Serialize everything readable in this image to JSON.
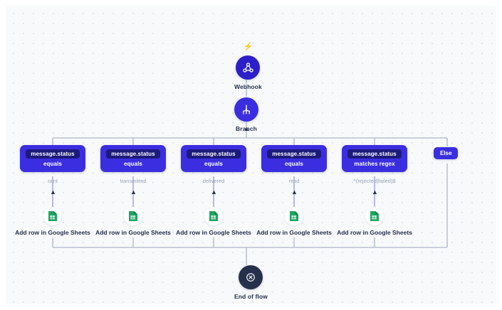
{
  "canvas": {
    "background_color": "#f7f9fb",
    "dot_color": "#dfe4ec",
    "frame_color": "#ffffff"
  },
  "palette": {
    "primary_blue": "#3b2ee0",
    "deep_blue": "#1c1a7a",
    "webhook_blue": "#2c1fc9",
    "dark_navy": "#26304b",
    "edge_gray": "#aeb6c6",
    "edge_violet": "#9a95e8",
    "muted_text": "#9aa3b4",
    "sheets_green": "#1da462",
    "bolt_yellow": "#f5a623"
  },
  "trigger": {
    "label": "Webhook",
    "icon": "webhook-icon",
    "badge_icon": "lightning-bolt-icon"
  },
  "branch": {
    "label": "Branch",
    "icon": "branch-icon"
  },
  "conditions": [
    {
      "field": "message.status",
      "operator": "equals",
      "value": "sent"
    },
    {
      "field": "message.status",
      "operator": "equals",
      "value": "transmitted"
    },
    {
      "field": "message.status",
      "operator": "equals",
      "value": "delivered"
    },
    {
      "field": "message.status",
      "operator": "equals",
      "value": "read"
    },
    {
      "field": "message.status",
      "operator": "matches regex",
      "value": "^(rejected|failed)$"
    }
  ],
  "else_branch": {
    "label": "Else"
  },
  "actions": [
    {
      "label": "Add row in Google Sheets",
      "icon": "google-sheets-icon"
    },
    {
      "label": "Add row in Google Sheets",
      "icon": "google-sheets-icon"
    },
    {
      "label": "Add row in Google Sheets",
      "icon": "google-sheets-icon"
    },
    {
      "label": "Add row in Google Sheets",
      "icon": "google-sheets-icon"
    },
    {
      "label": "Add row in Google Sheets",
      "icon": "google-sheets-icon"
    }
  ],
  "end": {
    "label": "End of flow",
    "icon": "stop-circle-icon"
  },
  "chevron": {
    "glyph": "▲"
  }
}
